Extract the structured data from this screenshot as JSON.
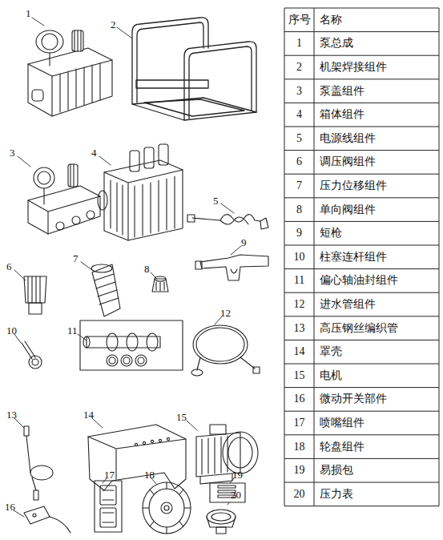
{
  "diagram": {
    "labels": [
      "1",
      "2",
      "3",
      "4",
      "5",
      "6",
      "7",
      "8",
      "9",
      "10",
      "11",
      "12",
      "13",
      "14",
      "15",
      "16",
      "17",
      "18",
      "19",
      "20",
      "序号",
      "名称",
      "1",
      "泵总成",
      "2",
      "机架焊接组件",
      "3",
      "泵盖组件",
      "4",
      "箱体组件",
      "5",
      "电源线组件",
      "6",
      "调压阀组件",
      "7",
      "压力位移组件",
      "8",
      "单向阀组件",
      "9",
      "短枪",
      "10",
      "柱塞连杆组件",
      "11",
      "偏心轴油封组件",
      "12",
      "进水管组件",
      "13",
      "高压钢丝编织管",
      "14",
      "罩壳",
      "15",
      "电机",
      "16",
      "微动开关部件",
      "17",
      "喷嘴组件",
      "18",
      "轮盘组件",
      "19",
      "易损包",
      "20",
      "压力表"
    ]
  }
}
